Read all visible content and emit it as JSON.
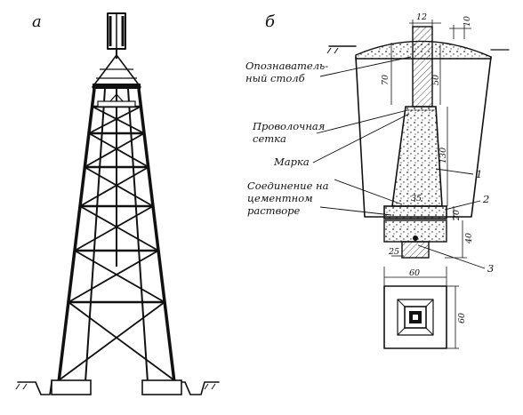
{
  "panels": {
    "a": "а",
    "b": "б"
  },
  "labels": {
    "post_1": "Опознаватель-",
    "post_2": "ный столб",
    "mesh_1": "Проволочная",
    "mesh_2": "сетка",
    "mark": "Марка",
    "joint_1": "Соединение на",
    "joint_2": "цементном",
    "joint_3": "растворе"
  },
  "dimensions": [
    "12",
    "10",
    "70",
    "50",
    "130",
    "35",
    "20",
    "40",
    "25",
    "60",
    "60"
  ],
  "callouts": [
    "1",
    "2",
    "3"
  ]
}
